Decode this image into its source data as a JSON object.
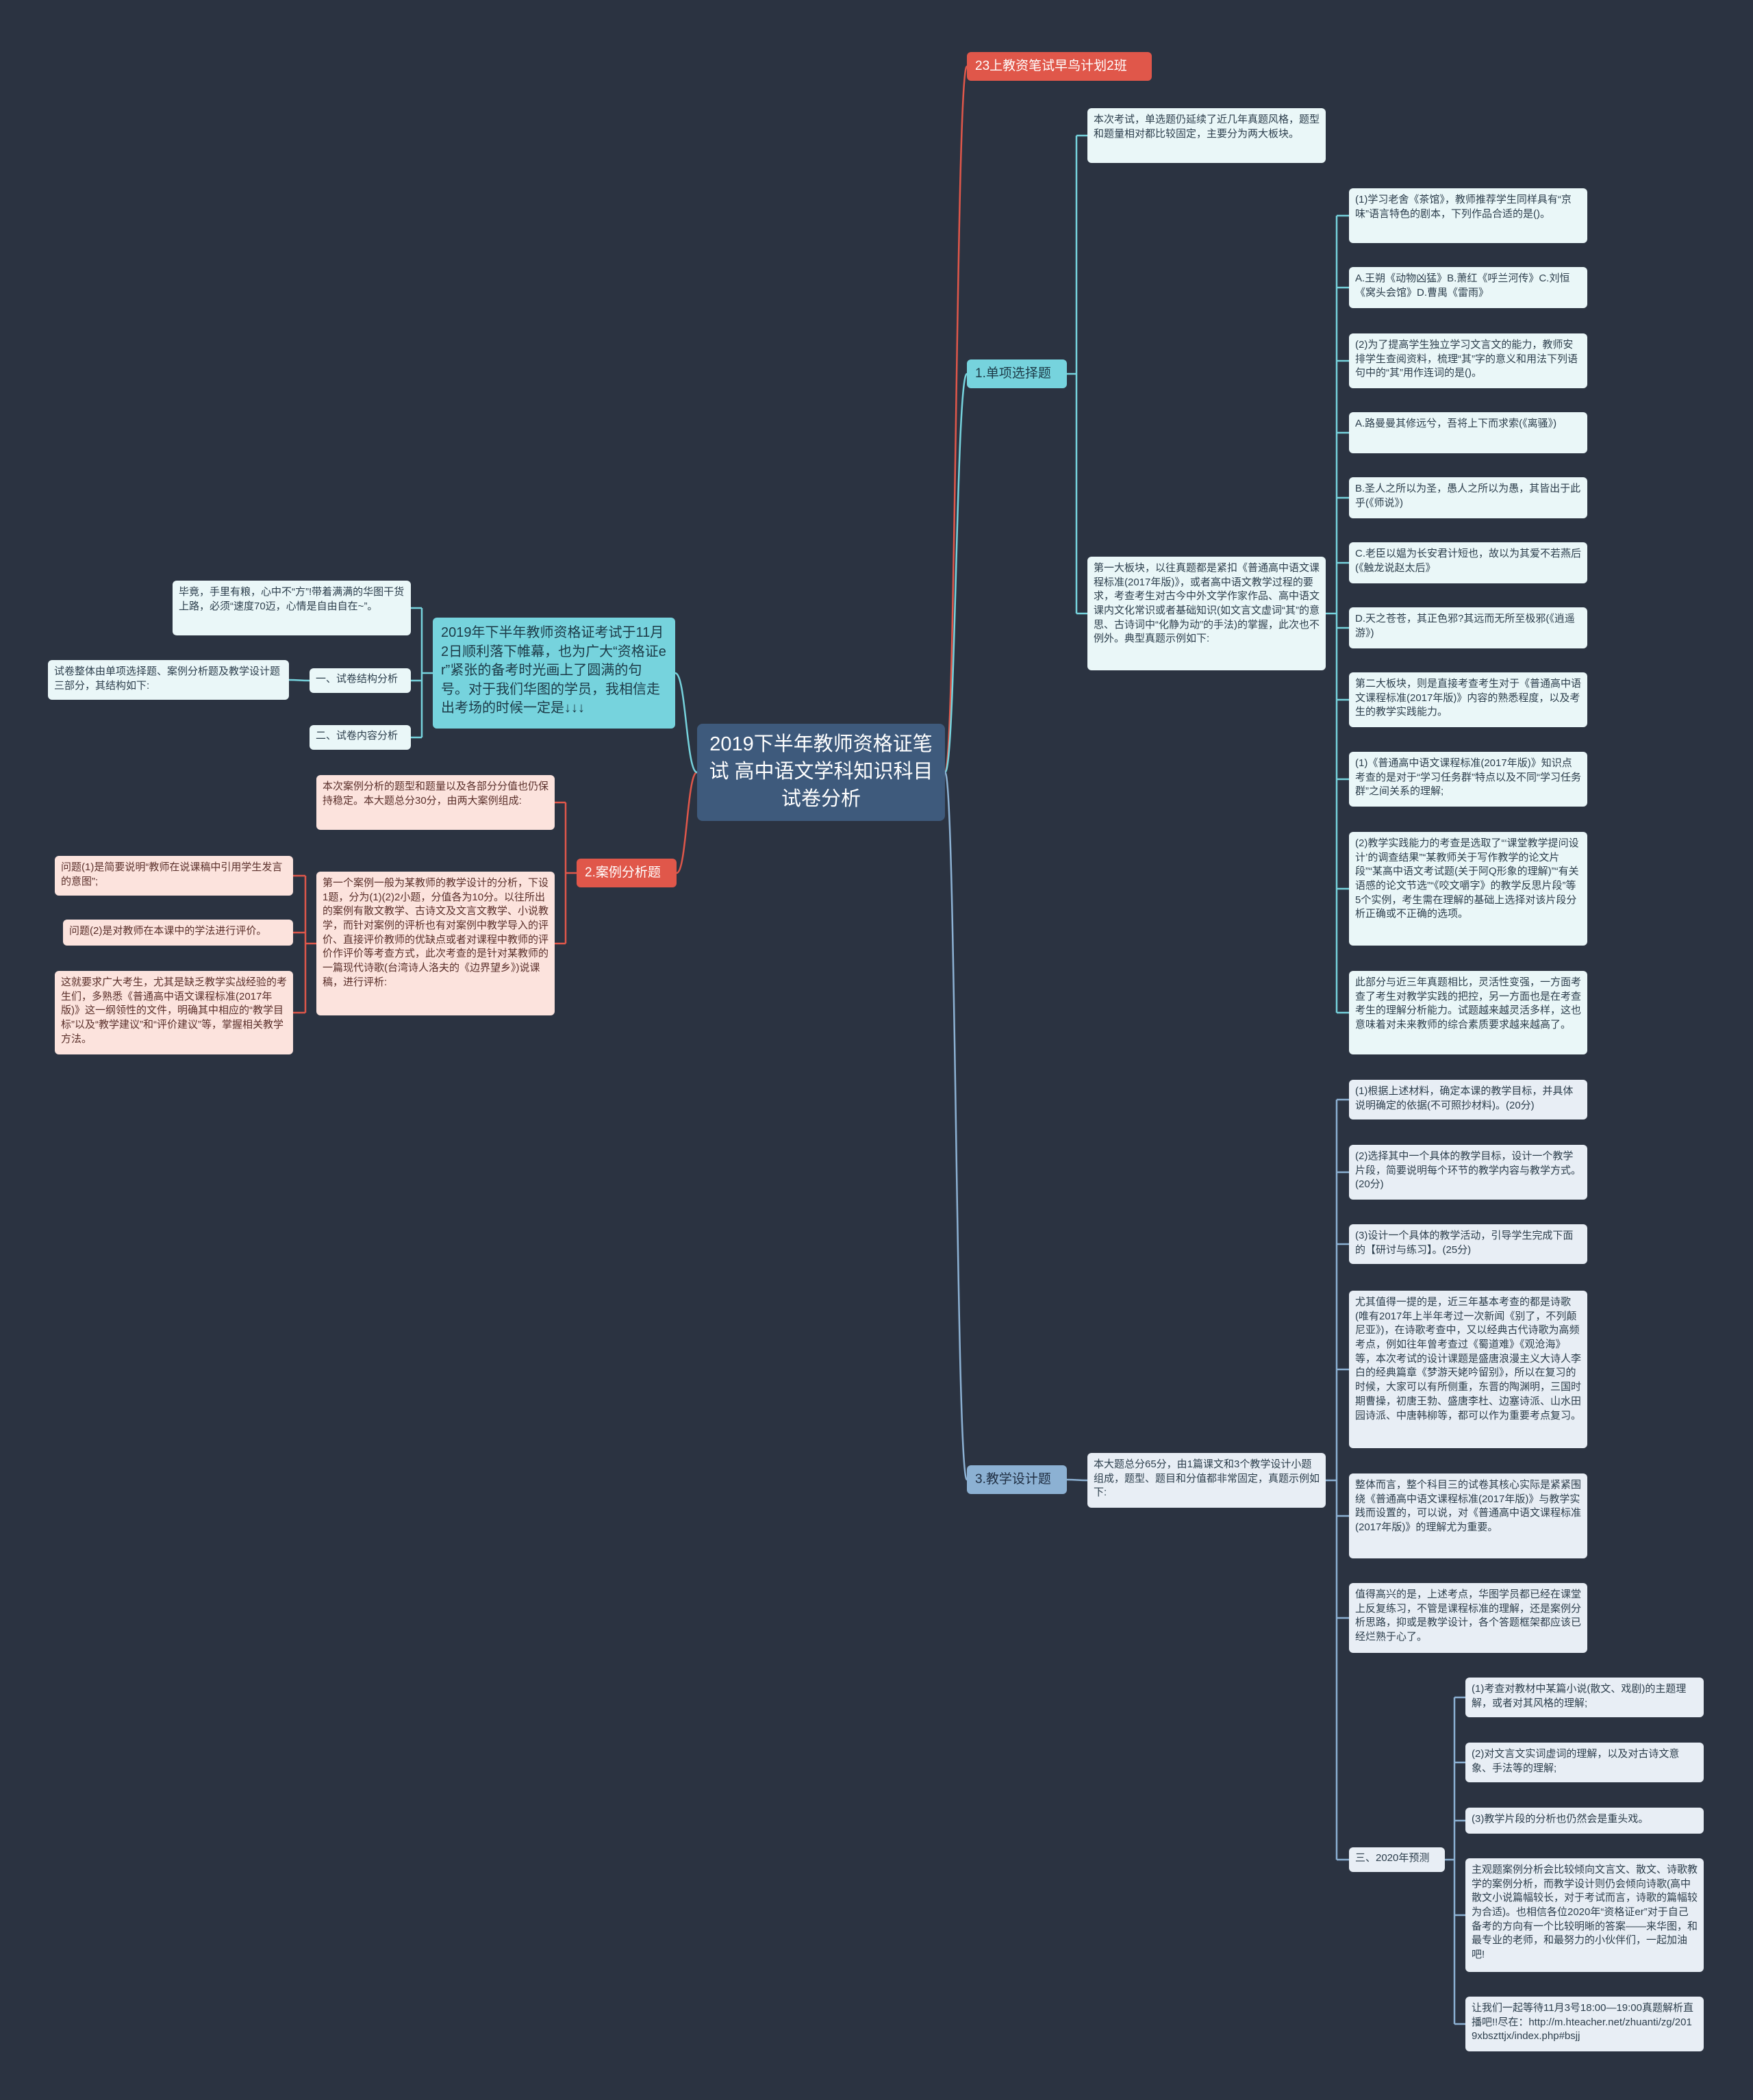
{
  "colors": {
    "background": "#2b3341",
    "root": "#3e5a7c",
    "teal": "#76d3dd",
    "red": "#e0574a",
    "blue": "#8cb1d3",
    "line_teal": "#76d3dd",
    "line_red": "#e0574a",
    "line_blue": "#8cb1d3"
  },
  "root": {
    "title": "2019下半年教师资格证笔试 高中语文学科知识科目试卷分析"
  },
  "top_tag": {
    "label": "23上教资笔试早鸟计划2班"
  },
  "single_choice": {
    "title": "1.单项选择题",
    "intro": "本次考试，单选题仍延续了近几年真题风格，题型和题量相对都比较固定，主要分为两大板块。",
    "part1": "第一大板块，以往真题都是紧扣《普通高中语文课程标准(2017年版)》，或者高中语文教学过程的要求，考查考生对古今中外文学作家作品、高中语文课内文化常识或者基础知识(如文言文虚词“其”的意思、古诗词中“化静为动”的手法)的掌握，此次也不例外。典型真题示例如下:",
    "items": [
      "(1)学习老舍《茶馆》，教师推荐学生同样具有“京味”语言特色的剧本，下列作品合适的是()。",
      "A.王朔《动物凶猛》B.萧红《呼兰河传》C.刘恒《窝头会馆》D.曹禺《雷雨》",
      "(2)为了提高学生独立学习文言文的能力，教师安排学生查阅资料，梳理“其”字的意义和用法下列语句中的“其”用作连词的是()。",
      "A.路曼曼其修远兮，吾将上下而求索(《离骚》)",
      "B.圣人之所以为圣，愚人之所以为愚，其皆出于此乎(《师说》)",
      "C.老臣以媪为长安君计短也，故以为其爱不若燕后(《触龙说赵太后》",
      "D.天之苍苍，其正色邪?其远而无所至极邪(《逍遥游》)",
      "第二大板块，则是直接考查考生对于《普通高中语文课程标准(2017年版)》内容的熟悉程度，以及考生的教学实践能力。",
      "(1)《普通高中语文课程标准(2017年版)》知识点考查的是对于“学习任务群”特点以及不同“学习任务群”之间关系的理解;",
      "(2)教学实践能力的考查是选取了“‘课堂教学提问设计’的调查结果”“某教师关于写作教学的论文片段”“某高中语文考试题(关于阿Q形象的理解)”“有关语感的论文节选”“《咬文嚼字》的教学反思片段”等5个实例，考生需在理解的基础上选择对该片段分析正确或不正确的选项。",
      "此部分与近三年真题相比，灵活性变强，一方面考查了考生对教学实践的把控，另一方面也是在考查考生的理解分析能力。试题越来越灵活多样，这也意味着对未来教师的综合素质要求越来越高了。"
    ]
  },
  "case_analysis": {
    "title": "2.案例分析题",
    "intro": "本次案例分析的题型和题量以及各部分分值也仍保持稳定。本大题总分30分，由两大案例组成:",
    "detail": "第一个案例一般为某教师的教学设计的分析，下设1题，分为(1)(2)2小题，分值各为10分。以往所出的案例有散文教学、古诗文及文言文教学、小说教学，而针对案例的评析也有对案例中教学导入的评价、直接评价教师的优缺点或者对课程中教师的评价作评价等考查方式，此次考查的是针对某教师的一篇现代诗歌(台湾诗人洛夫的《边界望乡》)说课稿，进行评析:",
    "q1": "问题(1)是简要说明“教师在说课稿中引用学生发言的意图”;",
    "q2": "问题(2)是对教师在本课中的学法进行评价。",
    "tip": "这就要求广大考生，尤其是缺乏教学实战经验的考生们，多熟悉《普通高中语文课程标准(2017年版)》这一纲领性的文件，明确其中相应的“教学目标”以及“教学建议”和“评价建议”等，掌握相关教学方法。"
  },
  "intro_node": {
    "text": "2019年下半年教师资格证考试于11月2日顺利落下帷幕，也为广大“资格证er”紧张的备考时光画上了圆满的句号。对于我们华图的学员，我相信走出考场的时候一定是↓↓↓",
    "comment": "毕竟，手里有粮，心中不“方”!带着满满的华图干货上路，必须“速度70迈，心情是自由自在~”。",
    "branch1_label": "一、试卷结构分析",
    "branch1_text": "试卷整体由单项选择题、案例分析题及教学设计题三部分，其结构如下:",
    "branch2_label": "二、试卷内容分析"
  },
  "teaching_design": {
    "title": "3.教学设计题",
    "intro": "本大题总分65分，由1篇课文和3个教学设计小题组成，题型、题目和分值都非常固定，真题示例如下:",
    "items": [
      "(1)根据上述材料，确定本课的教学目标，并具体说明确定的依据(不可照抄材料)。(20分)",
      "(2)选择其中一个具体的教学目标，设计一个教学片段，简要说明每个环节的教学内容与教学方式。(20分)",
      "(3)设计一个具体的教学活动，引导学生完成下面的【研讨与练习】。(25分)",
      "尤其值得一提的是，近三年基本考查的都是诗歌(唯有2017年上半年考过一次新闻《别了，不列颠尼亚》)，在诗歌考查中，又以经典古代诗歌为高频考点，例如往年曾考查过《蜀道难》《观沧海》等，本次考试的设计课题是盛唐浪漫主义大诗人李白的经典篇章《梦游天姥吟留别》，所以在复习的时候，大家可以有所侧重，东晋的陶渊明，三国时期曹操，初唐王勃、盛唐李杜、边塞诗派、山水田园诗派、中唐韩柳等，都可以作为重要考点复习。",
      "整体而言，整个科目三的试卷其核心实际是紧紧围绕《普通高中语文课程标准(2017年版)》与教学实践而设置的，可以说，对《普通高中语文课程标准(2017年版)》的理解尤为重要。",
      "值得高兴的是，上述考点，华图学员都已经在课堂上反复练习，不管是课程标准的理解，还是案例分析思路，抑或是教学设计，各个答题框架都应该已经烂熟于心了。"
    ],
    "forecast_label": "三、2020年预测",
    "forecast": [
      "(1)考查对教材中某篇小说(散文、戏剧)的主题理解，或者对其风格的理解;",
      "(2)对文言文实词虚词的理解，以及对古诗文意象、手法等的理解;",
      "(3)教学片段的分析也仍然会是重头戏。",
      "主观题案例分析会比较倾向文言文、散文、诗歌教学的案例分析，而教学设计则仍会倾向诗歌(高中散文小说篇幅较长，对于考试而言，诗歌的篇幅较为合适)。也相信各位2020年“资格证er”对于自己备考的方向有一个比较明晰的答案——来华图，和最专业的老师，和最努力的小伙伴们，一起加油吧!",
      "让我们一起等待11月3号18:00—19:00真题解析直播吧!!尽在：http://m.hteacher.net/zhuanti/zg/2019xbszttjx/index.php#bsjj"
    ]
  }
}
